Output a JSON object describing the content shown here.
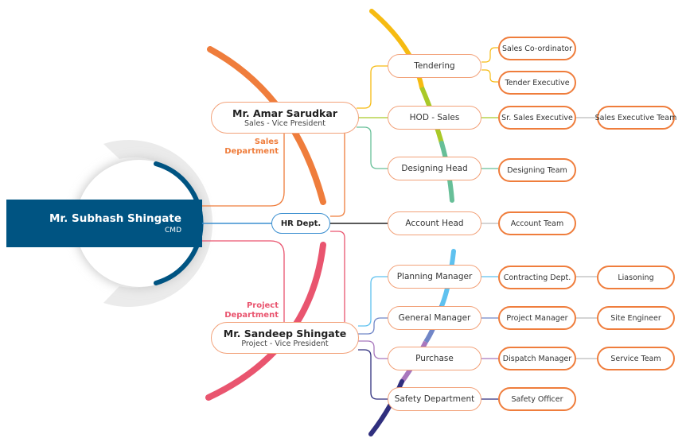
{
  "colors": {
    "cmd_blue": "#005482",
    "sales_orange": "#ef7d3c",
    "project_pink": "#e9556f",
    "hr_blue": "#3b8fd0",
    "tendering_yellow": "#f6bb12",
    "hod_green": "#a9c928",
    "designing_teal": "#67bf98",
    "planning_sky": "#5ec1ef",
    "general_slate": "#7186c7",
    "purchase_purple": "#a877bd",
    "safety_navy": "#302f7e"
  },
  "cmd": {
    "name": "Mr. Subhash Shingate",
    "role": "CMD"
  },
  "hr": {
    "label": "HR Dept."
  },
  "sales": {
    "dept_line1": "Sales",
    "dept_line2": "Department",
    "vp_name": "Mr. Amar Sarudkar",
    "vp_role": "Sales - Vice President"
  },
  "project": {
    "dept_line1": "Project",
    "dept_line2": "Department",
    "vp_name": "Mr. Sandeep Shingate",
    "vp_role": "Project - Vice President"
  },
  "level2": {
    "tendering": "Tendering",
    "hod_sales": "HOD - Sales",
    "designing_head": "Designing Head",
    "account_head": "Account Head",
    "planning_manager": "Planning Manager",
    "general_manager": "General Manager",
    "purchase": "Purchase",
    "safety_department": "Safety Department"
  },
  "level3": {
    "sales_coordinator": "Sales Co-ordinator",
    "tender_executive": "Tender Executive",
    "sr_sales_executive": "Sr. Sales Executive",
    "designing_team": "Designing Team",
    "account_team": "Account Team",
    "contracting_dept": "Contracting Dept.",
    "project_manager": "Project Manager",
    "dispatch_manager": "Dispatch Manager",
    "safety_officer": "Safety Officer"
  },
  "level4": {
    "sales_executive_team": "Sales Executive Team",
    "liasoning": "Liasoning",
    "site_engineer": "Site Engineer",
    "service_team": "Service Team"
  }
}
